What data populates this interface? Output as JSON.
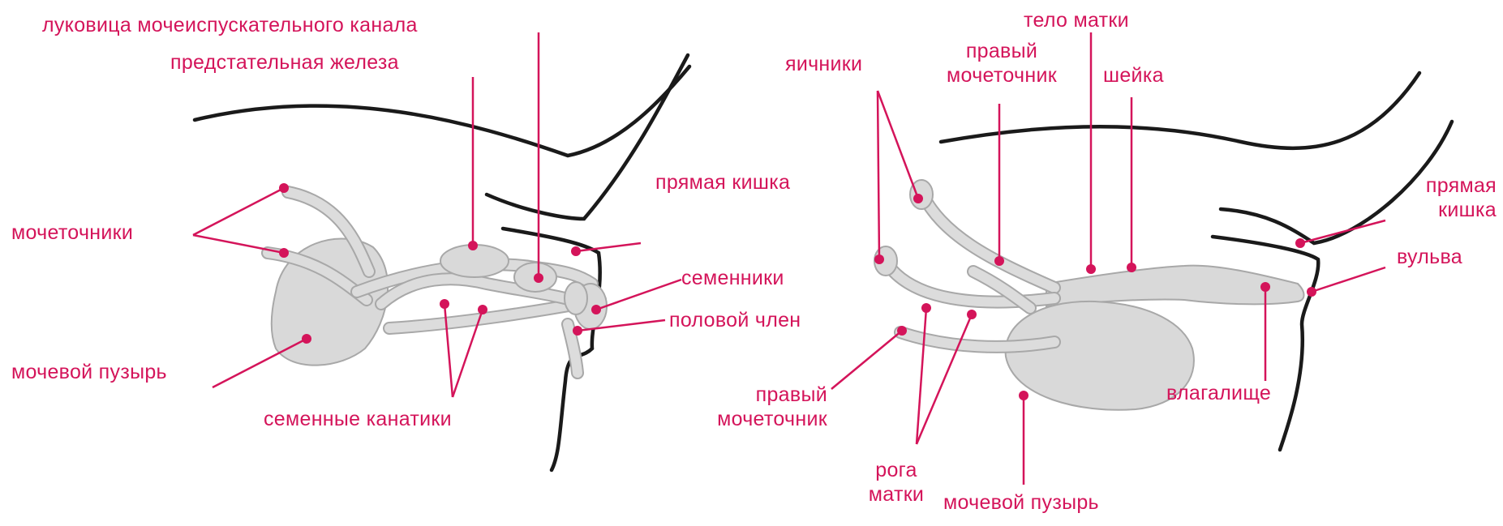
{
  "colors": {
    "accent": "#d4145a",
    "organ_fill": "#d9d9d9",
    "organ_stroke": "#a8a8a8",
    "outline": "#1a1a1a"
  },
  "male": {
    "urethral_bulb": "луковица мочеиспускательного канала",
    "prostate": "предстательная железа",
    "rectum": "прямая кишка",
    "ureters": "мочеточники",
    "testes": "семенники",
    "penis": "половой член",
    "bladder": "мочевой пузырь",
    "spermatic_cords": "семенные канатики"
  },
  "female": {
    "uterus_body": "тело матки",
    "right_ureter_top_line1": "правый",
    "right_ureter_top_line2": "мочеточник",
    "ovaries": "яичники",
    "cervix": "шейка",
    "rectum_line1": "прямая",
    "rectum_line2": "кишка",
    "vulva": "вульва",
    "vagina": "влагалище",
    "right_ureter_bottom_line1": "правый",
    "right_ureter_bottom_line2": "мочеточник",
    "uterine_horns_line1": "рога",
    "uterine_horns_line2": "матки",
    "bladder": "мочевой пузырь"
  }
}
